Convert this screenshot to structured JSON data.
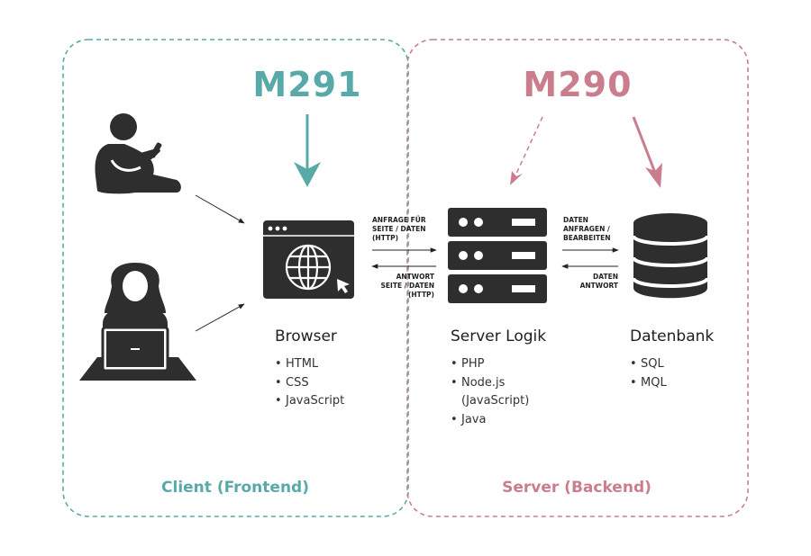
{
  "colors": {
    "client_accent": "#5aa9a9",
    "server_accent": "#c97d8d",
    "icon_dark": "#2e2e2e",
    "text": "#222222"
  },
  "modules": {
    "client": "M291",
    "server": "M290"
  },
  "zones": {
    "client": "Client (Frontend)",
    "server": "Server (Backend)"
  },
  "nodes": {
    "browser": {
      "title": "Browser",
      "items": [
        "HTML",
        "CSS",
        "JavaScript"
      ]
    },
    "server": {
      "title": "Server Logik",
      "items": [
        "PHP",
        "Node.js",
        "(JavaScript)",
        "Java"
      ]
    },
    "database": {
      "title": "Datenbank",
      "items": [
        "SQL",
        "MQL"
      ]
    }
  },
  "flows": {
    "request": [
      "ANFRAGE FÜR",
      "SEITE / DATEN",
      "(HTTP)"
    ],
    "response": [
      "ANTWORT",
      "SEITE / DATEN",
      "(HTTP)"
    ],
    "db_request": [
      "DATEN",
      "ANFRAGEN /",
      "BEARBEITEN"
    ],
    "db_response": [
      "DATEN",
      "ANTWORT"
    ]
  },
  "icons": {
    "user_1": "person-with-phone-icon",
    "user_2": "person-at-laptop-icon",
    "browser": "browser-window-globe-icon",
    "server": "server-rack-icon",
    "database": "database-icon"
  }
}
